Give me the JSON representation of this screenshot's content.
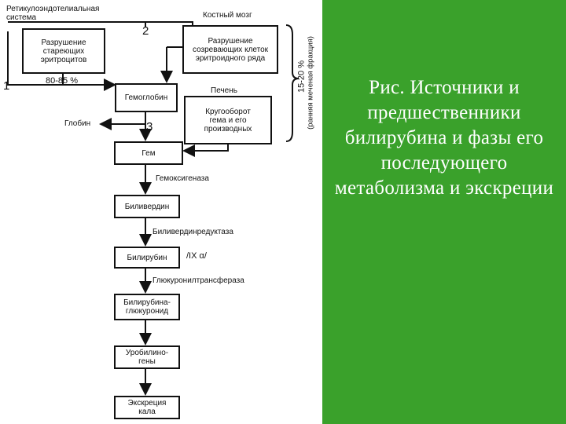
{
  "diagram": {
    "res_system": "Ретикулоэндотелиальная система",
    "bone_marrow": "Костный мозг",
    "box_rbc": "Разрушение стареющих эритроцитов",
    "box_marrow": "Разрушение созревающих клеток эритроидного ряда",
    "pct_main": "80-85 %",
    "pct_early": "15-20 %",
    "early_fraction": "(ранняя меченая фракция)",
    "liver": "Печень",
    "box_hemoglobin": "Гемоглобин",
    "box_turnover": "Кругооборот гема и его производных",
    "globin": "Глобин",
    "box_heme": "Гем",
    "enzyme1": "Гемоксигеназа",
    "box_biliverdin": "Биливердин",
    "enzyme2": "Биливердинредуктаза",
    "box_bilirubin": "Билирубин",
    "isomer": "/IX α/",
    "enzyme3": "Глюкуронилтрансфераза",
    "box_glucuronide": "Билирубина- глюкуронид",
    "box_urobilinogens": "Уробилино- гены",
    "box_excretion": "Экскреция кала",
    "marker1": "1",
    "marker2": "2",
    "marker3": "3"
  },
  "caption": "Рис. Источники и предшественники билирубина и фазы его последующего метаболизма и экскреции",
  "colors": {
    "panel_bg": "#3aa12b",
    "caption_text": "#ffffff"
  }
}
